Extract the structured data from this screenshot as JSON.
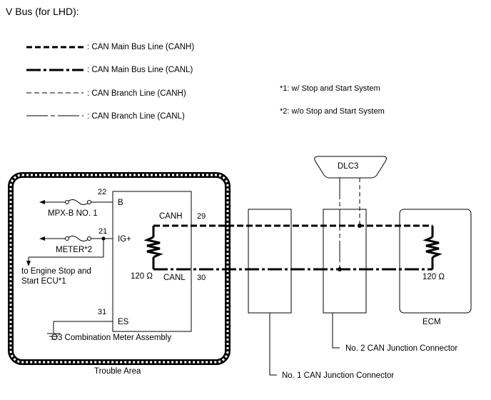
{
  "title": "V Bus (for LHD):",
  "legend": {
    "can_main_canh": ": CAN Main Bus Line (CANH)",
    "can_main_canl": ": CAN Main Bus Line (CANL)",
    "can_branch_canh": ": CAN Branch Line (CANH)",
    "can_branch_canl": ": CAN Branch Line (CANL)"
  },
  "notes": {
    "note1": "*1: w/ Stop and Start System",
    "note2": "*2: w/o Stop and Start System"
  },
  "combination_meter": {
    "name": "O3  Combination Meter Assembly",
    "pins": {
      "pin22_num": "22",
      "pin22_label": "B",
      "pin21_num": "21",
      "pin21_label": "IG+",
      "pin31_num": "31",
      "pin31_label": "ES",
      "pin29_label": "CANH",
      "pin29_num": "29",
      "pin30_label": "CANL",
      "pin30_num": "30"
    },
    "resistor": "120 Ω",
    "fuse_mpxb": "MPX-B NO. 1",
    "fuse_meter": "METER*2",
    "engine_stop_line1": "to Engine Stop and",
    "engine_stop_line2": "Start ECU*1"
  },
  "trouble_area": "Trouble Area",
  "dlc3": "DLC3",
  "ecm": {
    "label": "ECM",
    "resistor": "120 Ω"
  },
  "junction1": "No. 1 CAN Junction Connector",
  "junction2": "No. 2 CAN Junction Connector"
}
